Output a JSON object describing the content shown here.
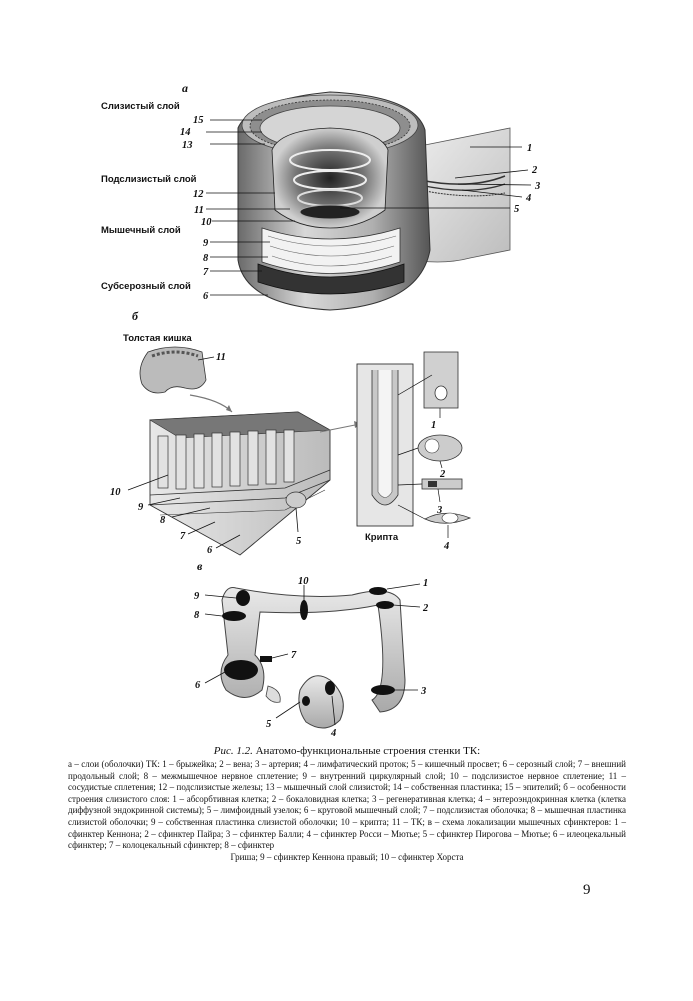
{
  "panels": {
    "a": "а",
    "b": "б",
    "v": "в"
  },
  "panel_a": {
    "layers": [
      "Слизистый слой",
      "Подслизистый слой",
      "Мышечный слой",
      "Субсерозный слой"
    ],
    "left_numbers": [
      "15",
      "14",
      "13",
      "12",
      "11",
      "10",
      "9",
      "8",
      "7",
      "6"
    ],
    "right_numbers": [
      "1",
      "2",
      "3",
      "4",
      "5"
    ]
  },
  "panel_b": {
    "colon_label": "Толстая кишка",
    "colon_number": "11",
    "left_numbers": [
      "10",
      "9",
      "8",
      "7",
      "6",
      "5"
    ],
    "crypt_label": "Крипта",
    "cell_numbers": [
      "1",
      "2",
      "3",
      "4"
    ]
  },
  "panel_v": {
    "numbers": [
      "10",
      "9",
      "8",
      "7",
      "6",
      "5",
      "4",
      "3",
      "2",
      "1"
    ]
  },
  "caption": {
    "title_fig": "Рис. 1.2.",
    "title_text": " Анатомо-функциональные строения стенки ТК:",
    "body": "а – слои (оболочки) ТК: 1 – брыжейка; 2 – вена; 3 – артерия; 4 – лимфатический проток; 5 – кишечный просвет; 6 – серозный слой; 7 – внешний продольный слой; 8 – межмышечное нервное сплетение; 9 – внутренний циркулярный слой; 10 – подслизистое нервное сплетение; 11 – сосудистые сплетения; 12 – подслизистые железы; 13 – мышечный слой слизистой; 14 – собственная пластинка; 15 – эпителий; б – особенности строения слизистого слоя: 1 – абсорбтивная клетка; 2 – бокаловидная клетка; 3 – регенеративная клетка; 4 – энтероэндокринная клетка (клетка диффузной эндокринной системы); 5 – лимфоидный узелок; 6 – круговой мышечный слой; 7 – подслизистая оболочка; 8 – мышечная пластинка слизистой оболочки; 9 – собственная пластинка слизистой оболочки; 10 – крипта; 11 – ТК; в – схема локализации мышечных сфинктеров: 1 – сфинктер Кеннона; 2 – сфинктер Пайра; 3 – сфинктер Балли; 4 – сфинктер Росси – Мютье; 5 – сфинктер Пирогова – Мютье; 6 – илеоцекальный сфинктер; 7 – колоцекальный сфинктер; 8 – сфинктер",
    "last_line": "Гриша; 9 – сфинктер Кеннона правый; 10 – сфинктер Хорста"
  },
  "page_number": "9"
}
